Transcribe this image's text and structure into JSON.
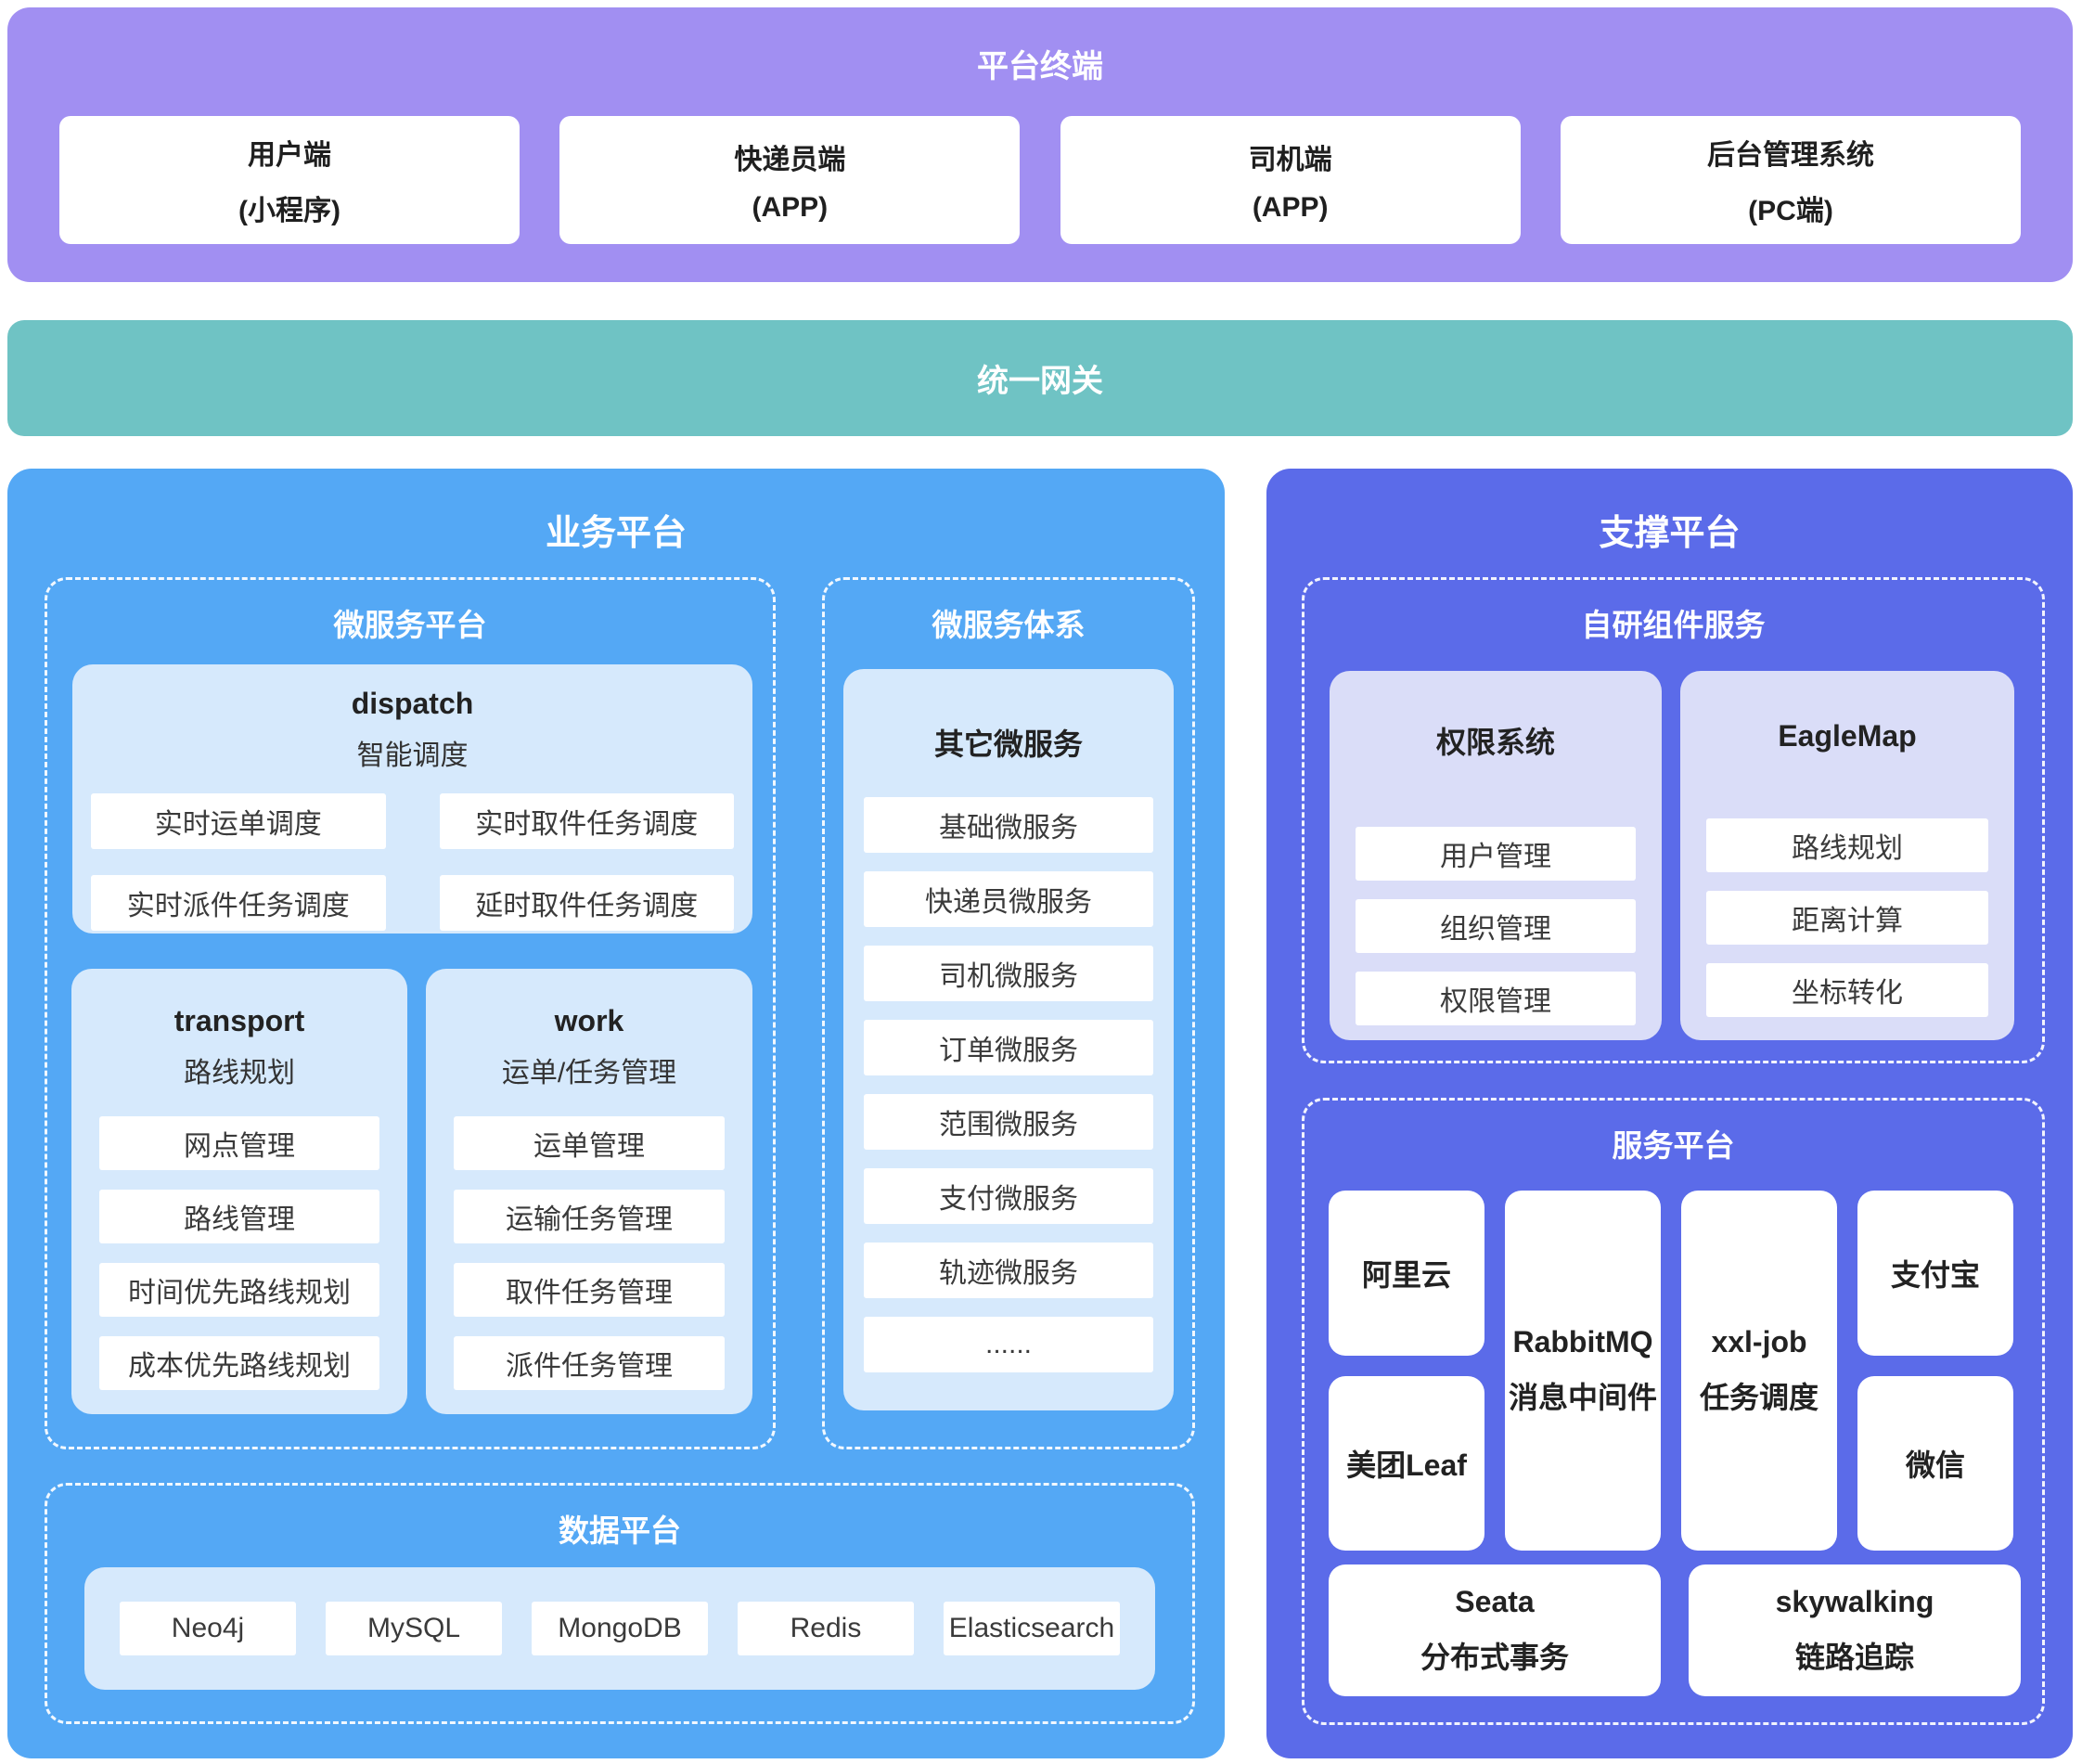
{
  "colors": {
    "terminal_band": "#A18FF2",
    "gateway_band": "#6FC3C4",
    "business_panel": "#54A8F5",
    "support_panel": "#5B6BE9",
    "card_light_blue": "#D6E9FC",
    "card_lavender": "#DADDF8",
    "chip_bg": "#FFFFFF",
    "title_text": "#FFFFFF",
    "dark_text": "#222222"
  },
  "terminals": {
    "title": "平台终端",
    "items": [
      {
        "line1": "用户端",
        "line2": "(小程序)"
      },
      {
        "line1": "快递员端",
        "line2": "(APP)"
      },
      {
        "line1": "司机端",
        "line2": "(APP)"
      },
      {
        "line1": "后台管理系统",
        "line2": "(PC端)"
      }
    ]
  },
  "gateway": {
    "title": "统一网关"
  },
  "business": {
    "title": "业务平台",
    "microservice_platform": {
      "title": "微服务平台",
      "dispatch": {
        "name": "dispatch",
        "subtitle": "智能调度",
        "chips": [
          "实时运单调度",
          "实时取件任务调度",
          "实时派件任务调度",
          "延时取件任务调度"
        ]
      },
      "transport": {
        "name": "transport",
        "subtitle": "路线规划",
        "chips": [
          "网点管理",
          "路线管理",
          "时间优先路线规划",
          "成本优先路线规划"
        ]
      },
      "work": {
        "name": "work",
        "subtitle": "运单/任务管理",
        "chips": [
          "运单管理",
          "运输任务管理",
          "取件任务管理",
          "派件任务管理"
        ]
      }
    },
    "microservice_system": {
      "title": "微服务体系",
      "other": {
        "title": "其它微服务",
        "chips": [
          "基础微服务",
          "快递员微服务",
          "司机微服务",
          "订单微服务",
          "范围微服务",
          "支付微服务",
          "轨迹微服务",
          "......"
        ]
      }
    },
    "data_platform": {
      "title": "数据平台",
      "chips": [
        "Neo4j",
        "MySQL",
        "MongoDB",
        "Redis",
        "Elasticsearch"
      ]
    }
  },
  "support": {
    "title": "支撑平台",
    "components": {
      "title": "自研组件服务",
      "cards": [
        {
          "title": "权限系统",
          "chips": [
            "用户管理",
            "组织管理",
            "权限管理"
          ]
        },
        {
          "title": "EagleMap",
          "chips": [
            "路线规划",
            "距离计算",
            "坐标转化"
          ]
        }
      ]
    },
    "services": {
      "title": "服务平台",
      "cards": {
        "aliyun": {
          "label": "阿里云"
        },
        "rabbitmq": {
          "line1": "RabbitMQ",
          "line2": "消息中间件"
        },
        "xxljob": {
          "line1": "xxl-job",
          "line2": "任务调度"
        },
        "alipay": {
          "label": "支付宝"
        },
        "leaf": {
          "label": "美团Leaf"
        },
        "wechat": {
          "label": "微信"
        },
        "seata": {
          "line1": "Seata",
          "line2": "分布式事务"
        },
        "skywalking": {
          "line1": "skywalking",
          "line2": "链路追踪"
        }
      }
    }
  }
}
